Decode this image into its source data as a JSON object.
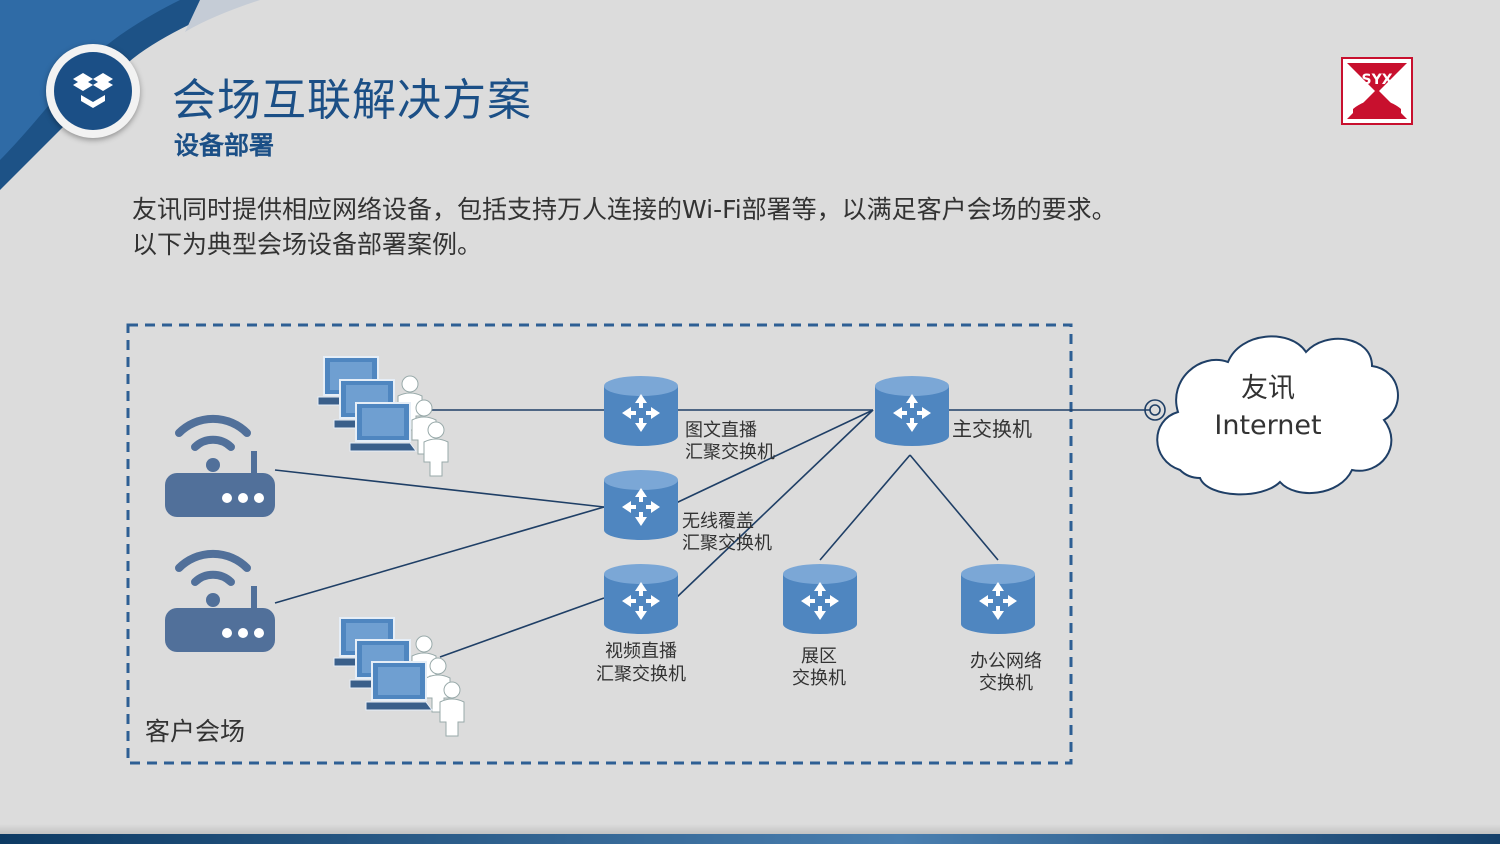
{
  "header": {
    "title": "会场互联解决方案",
    "subtitle": "设备部署",
    "logo_icon": "dropbox-box-icon",
    "brand_text": "SYX"
  },
  "description": {
    "line1": "友讯同时提供相应网络设备，包括支持万人连接的Wi-Fi部署等，以满足客户会场的要求。",
    "line2": "以下为典型会场设备部署案例。"
  },
  "diagram": {
    "venue_label": "客户会场",
    "cloud": {
      "line1": "友讯",
      "line2": "Internet"
    },
    "main_switch": "主交换机",
    "agg_graphic": {
      "line1": "图文直播",
      "line2": "汇聚交换机"
    },
    "agg_wireless": {
      "line1": "无线覆盖",
      "line2": "汇聚交换机"
    },
    "agg_video": {
      "line1": "视频直播",
      "line2": "汇聚交换机"
    },
    "expo_switch": {
      "line1": "展区",
      "line2": "交换机"
    },
    "office_switch": {
      "line1": "办公网络",
      "line2": "交换机"
    }
  },
  "colors": {
    "primary": "#1b4f86",
    "device": "#4f86c0",
    "line": "#1f3f66",
    "background": "#dcdcdc",
    "brand_red": "#c8102e"
  }
}
